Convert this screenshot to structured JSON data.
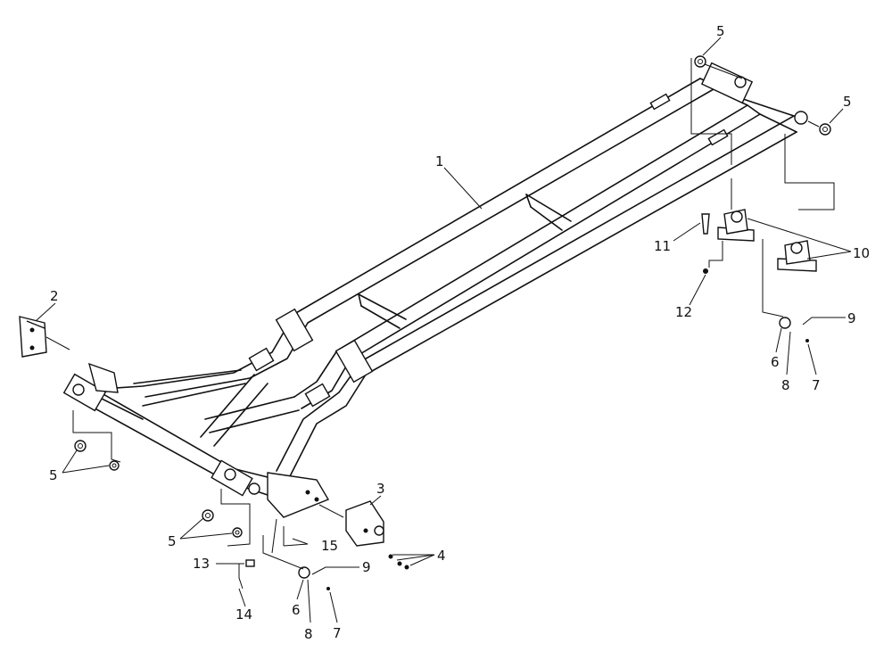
{
  "callouts": {
    "c1": "1",
    "c2": "2",
    "c3": "3",
    "c4": "4",
    "c5a": "5",
    "c5b": "5",
    "c5c": "5",
    "c5d": "5",
    "c6a": "6",
    "c6b": "6",
    "c7a": "7",
    "c7b": "7",
    "c8a": "8",
    "c8b": "8",
    "c9a": "9",
    "c9b": "9",
    "c10": "10",
    "c11": "11",
    "c12": "12",
    "c13": "13",
    "c14": "14",
    "c15": "15"
  },
  "colors": {
    "ink": "#111111",
    "paper": "#ffffff"
  }
}
